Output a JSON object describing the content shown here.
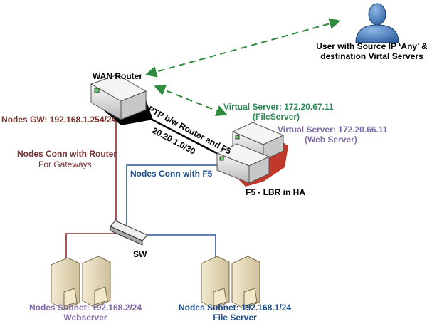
{
  "colors": {
    "router_link": "#8b2e2e",
    "f5_link": "#2f5597",
    "ptp_link": "#000000",
    "traffic": "#2e8b3e",
    "user": "#4a7fc1",
    "f5_shadow": "#c0392b",
    "green_text": "#2e8b57",
    "purple_text": "#7d6aa8",
    "maroon_text": "#7a3030",
    "blue_text": "#1f4e8c"
  },
  "user": {
    "icon": "user-icon",
    "line1": "User with Source IP ‘Any’ &",
    "line2": "destination  Virtal Servers"
  },
  "router": {
    "icon": "router-icon",
    "label": "WAN Router",
    "gw": "Nodes GW: 192.168.1.254/24",
    "conn": "Nodes Conn with Router",
    "conn_sub": "For Gateways"
  },
  "ptp": {
    "label": "PTP b/w Router and F5",
    "subnet": "20.20.1.0/30"
  },
  "f5": {
    "icon": "load-balancer-icon",
    "label": "F5 - LBR in HA",
    "vs_file": "Virtual Server: 172.20.67.11",
    "vs_file_sub": "(FileServer)",
    "vs_web": "Virtual Server: 172.20.66.11",
    "vs_web_sub": "(Web Server)",
    "conn": "Nodes Conn with F5"
  },
  "switch": {
    "icon": "switch-icon",
    "label": "SW"
  },
  "webservers": {
    "icon": "server-icon",
    "subnet": "Nodes Subnet: 192.168.2/24",
    "label": "Webserver"
  },
  "fileservers": {
    "icon": "server-icon",
    "subnet": "Nodes Subnet: 192.168.1/24",
    "label": "File Server"
  }
}
